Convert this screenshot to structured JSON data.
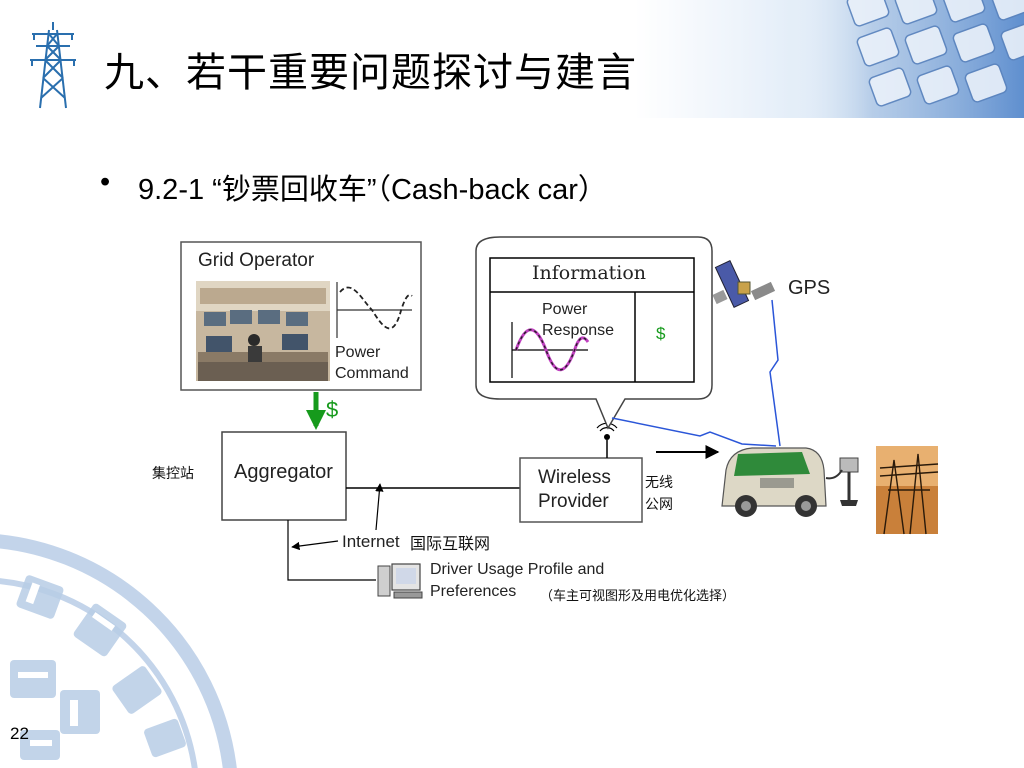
{
  "slide": {
    "title": "九、若干重要问题探讨与建言",
    "bullet_symbol": "•",
    "bullet_text": "9.2-1 “钞票回收车”（Cash-back car）",
    "page_number": "22"
  },
  "diagram": {
    "grid_operator": {
      "label": "Grid Operator",
      "waveform_caption_line1": "Power",
      "waveform_caption_line2": "Command"
    },
    "dollar_label": "$",
    "aggregator": {
      "label": "Aggregator",
      "cn_label": "集控站"
    },
    "information_bubble": {
      "title": "Information",
      "power_response_line1": "Power",
      "power_response_line2": "Response",
      "dollar": "$"
    },
    "gps": {
      "label": "GPS"
    },
    "wireless_provider": {
      "label_line1": "Wireless",
      "label_line2": "Provider",
      "cn_line1": "无线",
      "cn_line2": "公网"
    },
    "internet": {
      "label": "Internet",
      "cn_label": "国际互联网"
    },
    "driver_profile": {
      "line1": "Driver Usage Profile and",
      "line2": "Preferences",
      "cn_note": "（车主可视图形及用电优化选择）"
    }
  },
  "colors": {
    "accent_green": "#169a1c",
    "wave_magenta": "#c040c0",
    "wireless_blue": "#2b56d8",
    "logo_blue": "#b8cde6"
  }
}
